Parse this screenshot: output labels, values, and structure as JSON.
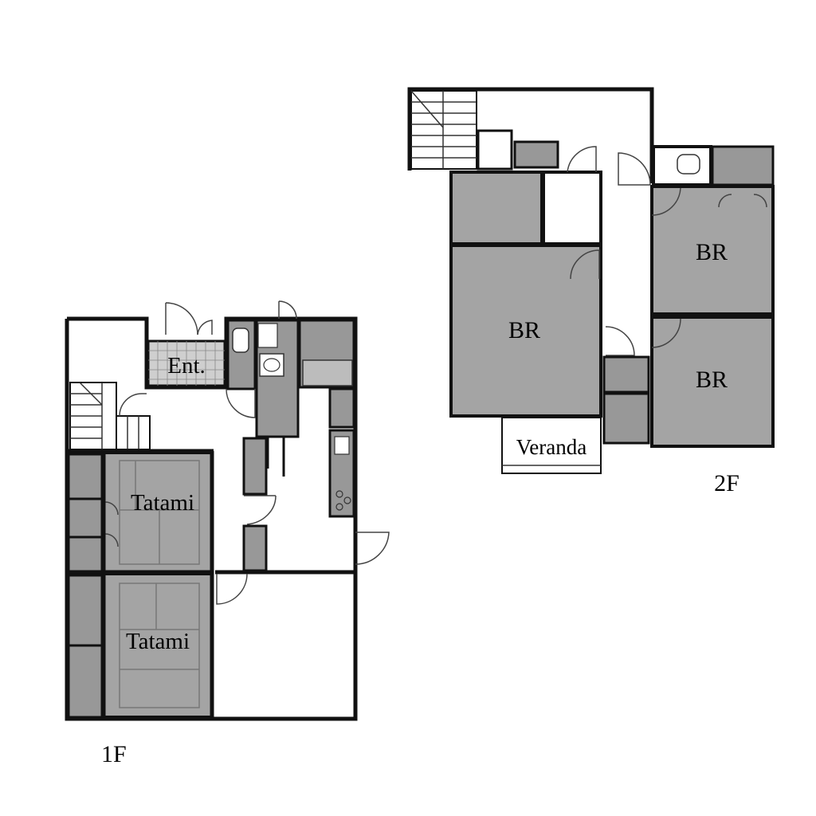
{
  "floors": {
    "first": {
      "label": "1F",
      "rooms": {
        "entrance": "Ent.",
        "tatami_upper": "Tatami",
        "tatami_lower": "Tatami"
      }
    },
    "second": {
      "label": "2F",
      "rooms": {
        "bedroom_main": "BR",
        "bedroom_upper_right": "BR",
        "bedroom_lower_right": "BR",
        "veranda": "Veranda"
      }
    }
  },
  "colors": {
    "wall": "#111111",
    "room_fill": "#a4a4a4",
    "background": "#ffffff"
  }
}
